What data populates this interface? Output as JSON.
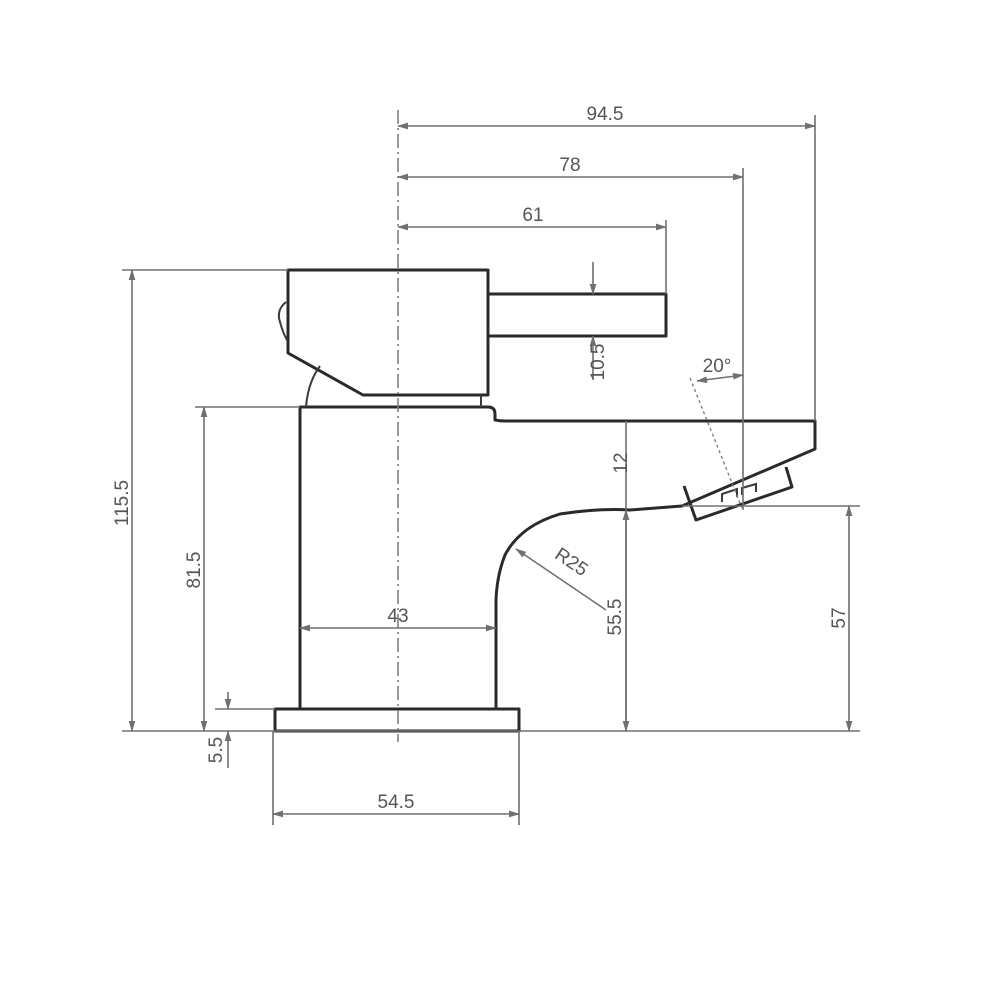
{
  "drawing": {
    "title": "Basin mixer tap side elevation",
    "units": "mm",
    "colors": {
      "line": "#2a2a2a",
      "dimension": "#707070",
      "text": "#555555",
      "background": "#ffffff"
    }
  },
  "dimensions": {
    "overall_reach": "94.5",
    "handle_tip_reach": "78",
    "handle_length": "61",
    "handle_thickness": "10.5",
    "spout_angle": "20°",
    "spout_height": "12",
    "overall_height": "115.5",
    "body_height": "81.5",
    "body_width": "43",
    "spout_radius": "R25",
    "spout_inner_height": "55.5",
    "outlet_height": "57",
    "base_thickness": "5.5",
    "base_width": "54.5"
  }
}
